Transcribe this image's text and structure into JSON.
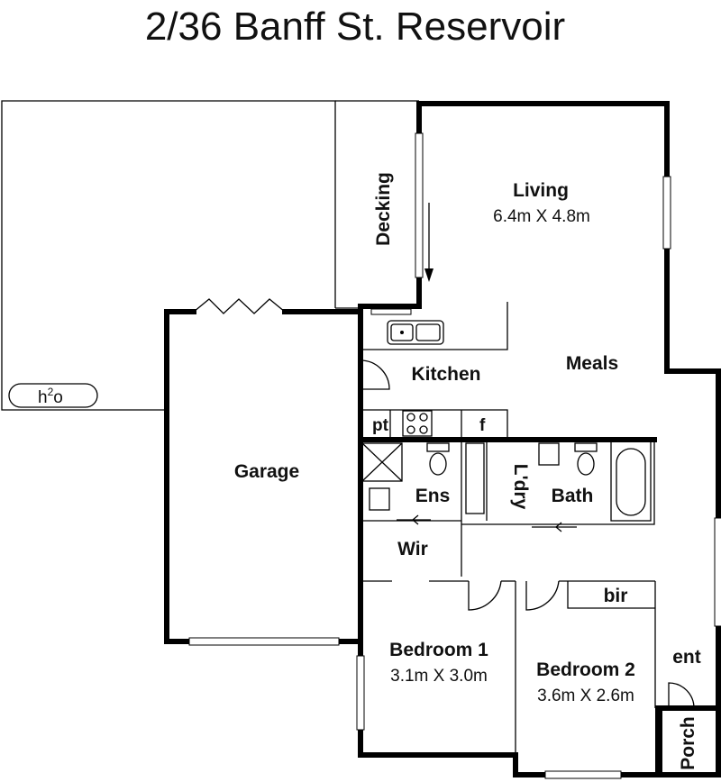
{
  "title": "2/36 Banff St. Reservoir",
  "rooms": {
    "living": {
      "name": "Living",
      "dims": "6.4m X 4.8m"
    },
    "decking": {
      "name": "Decking"
    },
    "kitchen": {
      "name": "Kitchen"
    },
    "meals": {
      "name": "Meals"
    },
    "garage": {
      "name": "Garage"
    },
    "ens": {
      "name": "Ens"
    },
    "ldry": {
      "name": "L'dry"
    },
    "bath": {
      "name": "Bath"
    },
    "wir": {
      "name": "Wir"
    },
    "bir": {
      "name": "bir"
    },
    "bedroom1": {
      "name": "Bedroom 1",
      "dims": "3.1m X 3.0m"
    },
    "bedroom2": {
      "name": "Bedroom 2",
      "dims": "3.6m X 2.6m"
    },
    "ent": {
      "name": "ent"
    },
    "porch": {
      "name": "Porch"
    }
  },
  "fixtures": {
    "pantry": "pt",
    "fridge": "f",
    "water_tank": "h",
    "water_tank_sup": "2",
    "water_tank_tail": "o"
  }
}
